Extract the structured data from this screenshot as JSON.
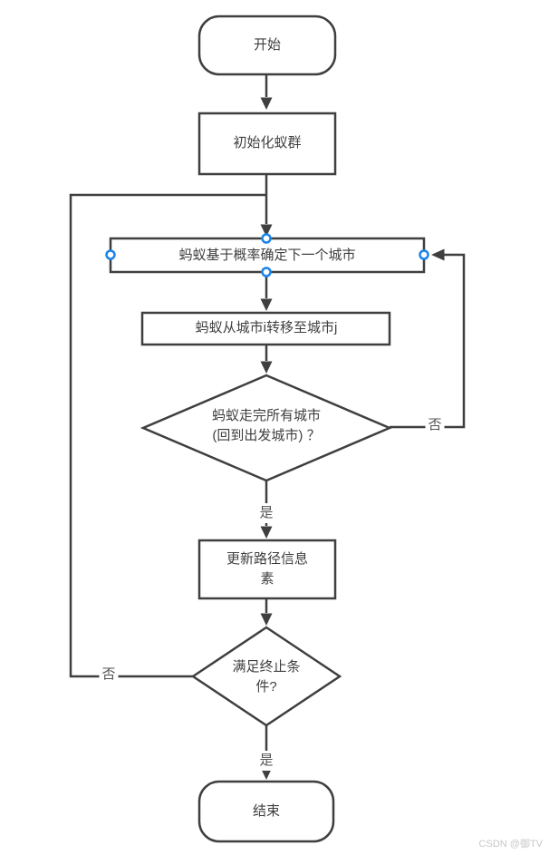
{
  "diagram": {
    "title_hint": "ant-colony-optimization-flowchart",
    "colors": {
      "shape_stroke": "#3f3f3f",
      "shape_fill": "#ffffff",
      "node_text": "#3f3f3f",
      "edge_label_text": "#545454",
      "connection_point_blue": "#1a85e8",
      "background": "#ffffff",
      "watermark_text": "#c8c8c8"
    },
    "nodes": {
      "start": {
        "type": "terminator",
        "label": "开始"
      },
      "init": {
        "type": "process",
        "label": "初始化蚁群"
      },
      "choose_city": {
        "type": "process",
        "label": "蚂蚁基于概率确定下一个城市",
        "selected": true
      },
      "move_city": {
        "type": "process",
        "label": "蚂蚁从城市i转移至城市j"
      },
      "all_cities_decision": {
        "type": "decision",
        "lines": [
          "蚂蚁走完所有城市",
          "(回到出发城市) ？"
        ]
      },
      "update_pheromone": {
        "type": "process",
        "lines": [
          "更新路径信息",
          "素"
        ]
      },
      "termination_decision": {
        "type": "decision",
        "lines": [
          "满足终止条",
          "件?"
        ]
      },
      "end": {
        "type": "terminator",
        "label": "结束"
      }
    },
    "edge_labels": {
      "all_cities_yes": "是",
      "all_cities_no": "否",
      "termination_no": "否",
      "termination_yes": "是"
    }
  },
  "watermark": {
    "text": "CSDN @御TV"
  }
}
